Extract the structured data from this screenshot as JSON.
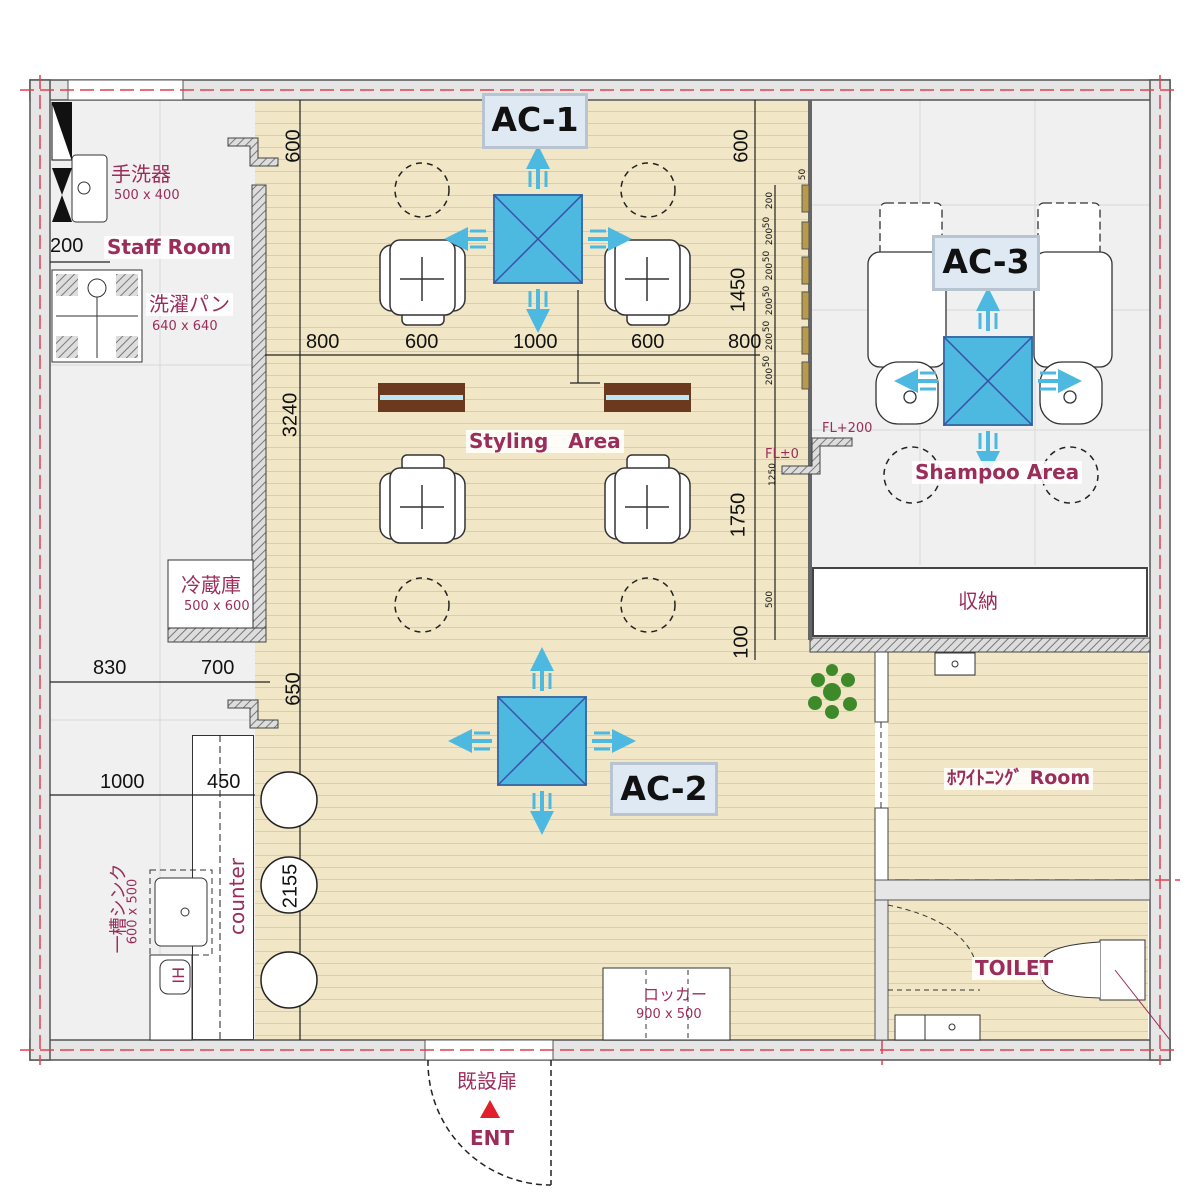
{
  "colors": {
    "label": "#9b2d5a",
    "ac_fill": "#4db9e0",
    "ac_arrow": "#4db9e0",
    "wall_dash": "#e04050",
    "wood": "#f1e7c6"
  },
  "ac_units": [
    {
      "label": "AC-1"
    },
    {
      "label": "AC-2"
    },
    {
      "label": "AC-3"
    }
  ],
  "rooms": {
    "staff_room": "Staff Room",
    "styling_area": "Styling　Area",
    "shampoo_area": "Shampoo Area",
    "storage": "収納",
    "whitening_room": "ﾎﾜｲﾄﾆﾝｸﾞ Room",
    "toilet": "TOILET"
  },
  "fixtures": {
    "hand_sink": {
      "name": "手洗器",
      "size": "500 x 400"
    },
    "washer_pan": {
      "name": "洗濯パン",
      "size": "640 x 640"
    },
    "fridge": {
      "name": "冷蔵庫",
      "size": "500 x 600"
    },
    "sink": {
      "name": "一槽シンク",
      "size": "600 x 500"
    },
    "counter": "counter",
    "ih": "IH",
    "locker": {
      "name": "ロッカー",
      "size": "900 x 500"
    },
    "door": "既設扉",
    "entrance": "ENT"
  },
  "levels": {
    "raised": "FL+200",
    "floor": "FL±0"
  },
  "dimensions": {
    "top_left_600": "600",
    "top_right_600": "600",
    "row": [
      "800",
      "600",
      "1000",
      "600",
      "800"
    ],
    "v_1450": "1450",
    "v_3240": "3240",
    "v_1750": "1750",
    "v_100": "100",
    "v_650": "650",
    "v_2155": "2155",
    "h_830": "830",
    "h_700": "700",
    "h_1000": "1000",
    "h_450": "450",
    "h_200": "200",
    "ladder": [
      "50",
      "200",
      "50",
      "200",
      "50",
      "200",
      "50",
      "200",
      "50",
      "200",
      "50",
      "200",
      "1250",
      "500"
    ]
  }
}
